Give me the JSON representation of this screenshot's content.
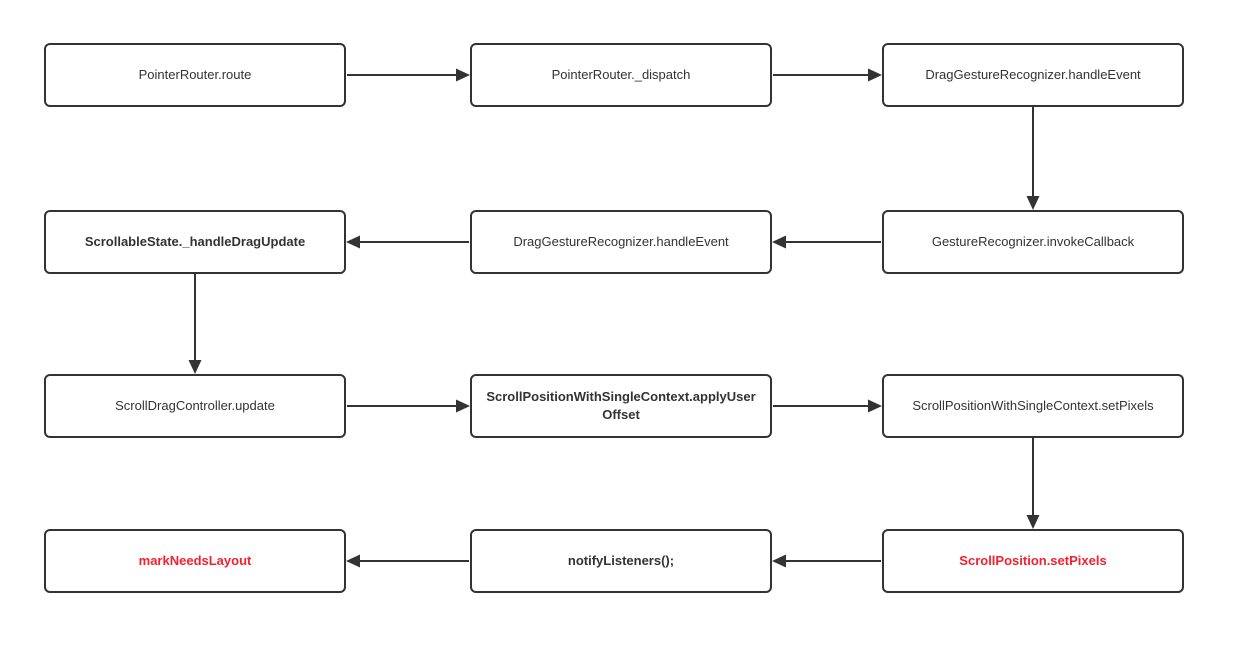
{
  "colors": {
    "background": "#ffffff",
    "node_border": "#333333",
    "node_text": "#333333",
    "highlight_text": "#f5222d",
    "arrow": "#333333"
  },
  "nodes": [
    {
      "id": "pointer-router-route",
      "label": "PointerRouter.route",
      "row": 1,
      "col": 1,
      "bold": false,
      "color": "default"
    },
    {
      "id": "pointer-router-dispatch",
      "label": "PointerRouter._dispatch",
      "row": 1,
      "col": 2,
      "bold": false,
      "color": "default"
    },
    {
      "id": "drag-gesture-recognizer-handle-event-1",
      "label": "DragGestureRecognizer.handleEvent",
      "row": 1,
      "col": 3,
      "bold": false,
      "color": "default"
    },
    {
      "id": "scrollable-state-handle-drag-update",
      "label": "ScrollableState._handleDragUpdate",
      "row": 2,
      "col": 1,
      "bold": true,
      "color": "default"
    },
    {
      "id": "drag-gesture-recognizer-handle-event-2",
      "label": "DragGestureRecognizer.handleEvent",
      "row": 2,
      "col": 2,
      "bold": false,
      "color": "default"
    },
    {
      "id": "gesture-recognizer-invoke-callback",
      "label": "GestureRecognizer.invokeCallback",
      "row": 2,
      "col": 3,
      "bold": false,
      "color": "default"
    },
    {
      "id": "scroll-drag-controller-update",
      "label": "ScrollDragController.update",
      "row": 3,
      "col": 1,
      "bold": false,
      "color": "default"
    },
    {
      "id": "scroll-position-apply-user-offset",
      "label": "ScrollPositionWithSingleContext.applyUserOffset",
      "row": 3,
      "col": 2,
      "bold": true,
      "color": "default"
    },
    {
      "id": "scroll-position-with-single-context-set-pixels",
      "label": "ScrollPositionWithSingleContext.setPixels",
      "row": 3,
      "col": 3,
      "bold": false,
      "color": "default"
    },
    {
      "id": "mark-needs-layout",
      "label": "markNeedsLayout",
      "row": 4,
      "col": 1,
      "bold": true,
      "color": "red"
    },
    {
      "id": "notify-listeners",
      "label": "notifyListeners();",
      "row": 4,
      "col": 2,
      "bold": true,
      "color": "default"
    },
    {
      "id": "scroll-position-set-pixels",
      "label": "ScrollPosition.setPixels",
      "row": 4,
      "col": 3,
      "bold": true,
      "color": "red"
    }
  ],
  "edges": [
    {
      "from": "pointer-router-route",
      "to": "pointer-router-dispatch",
      "direction": "right"
    },
    {
      "from": "pointer-router-dispatch",
      "to": "drag-gesture-recognizer-handle-event-1",
      "direction": "right"
    },
    {
      "from": "drag-gesture-recognizer-handle-event-1",
      "to": "gesture-recognizer-invoke-callback",
      "direction": "down"
    },
    {
      "from": "gesture-recognizer-invoke-callback",
      "to": "drag-gesture-recognizer-handle-event-2",
      "direction": "left"
    },
    {
      "from": "drag-gesture-recognizer-handle-event-2",
      "to": "scrollable-state-handle-drag-update",
      "direction": "left"
    },
    {
      "from": "scrollable-state-handle-drag-update",
      "to": "scroll-drag-controller-update",
      "direction": "down"
    },
    {
      "from": "scroll-drag-controller-update",
      "to": "scroll-position-apply-user-offset",
      "direction": "right"
    },
    {
      "from": "scroll-position-apply-user-offset",
      "to": "scroll-position-with-single-context-set-pixels",
      "direction": "right"
    },
    {
      "from": "scroll-position-with-single-context-set-pixels",
      "to": "scroll-position-set-pixels",
      "direction": "down"
    },
    {
      "from": "scroll-position-set-pixels",
      "to": "notify-listeners",
      "direction": "left"
    },
    {
      "from": "notify-listeners",
      "to": "mark-needs-layout",
      "direction": "left"
    }
  ]
}
